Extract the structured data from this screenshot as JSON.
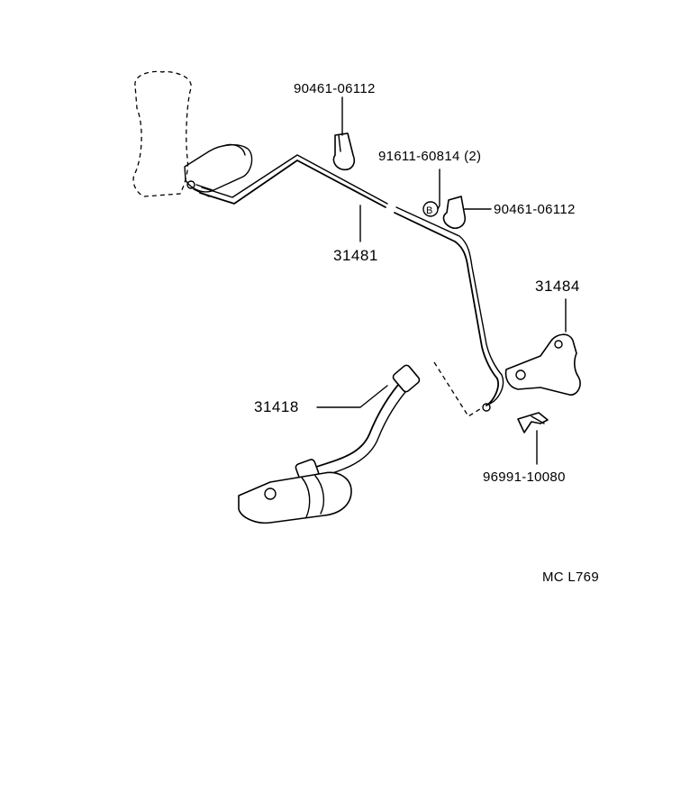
{
  "labels": {
    "clip_upper": "90461-06112",
    "bolt": "91611-60814 (2)",
    "clip_right": "90461-06112",
    "tube": "31481",
    "bracket": "31484",
    "hose": "31418",
    "clip_lower": "96991-10080",
    "bolt_marker": "B",
    "code": "MC L769"
  }
}
